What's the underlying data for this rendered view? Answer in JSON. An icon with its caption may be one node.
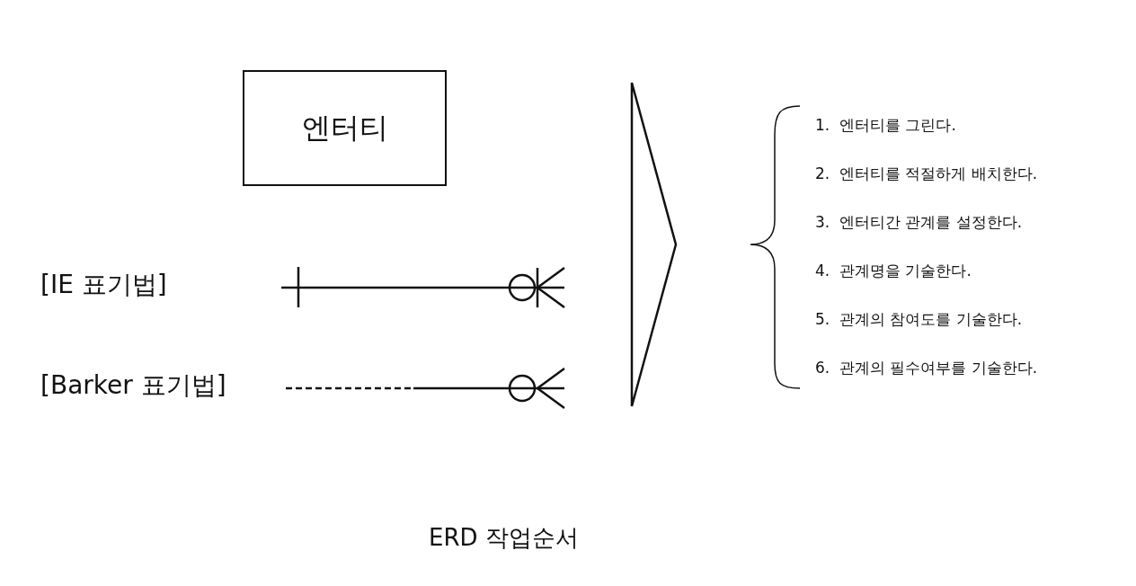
{
  "diagram": {
    "caption": "ERD 작업순서",
    "nodes": [
      {
        "text": [
          "엔터티"
        ]
      }
    ],
    "labels": [
      "[IE 표기법]",
      "[Barker 표기법]",
      "1.  엔터티를 그린다.",
      "2.  엔터티를 적절하게 배치한다.",
      "3.  엔터티간 관계를 설정한다.",
      "4.  관계명을 기술한다.",
      "5.  관계의 참여도를 기술한다.",
      "6.  관계의 필수여부를 기술한다."
    ]
  }
}
